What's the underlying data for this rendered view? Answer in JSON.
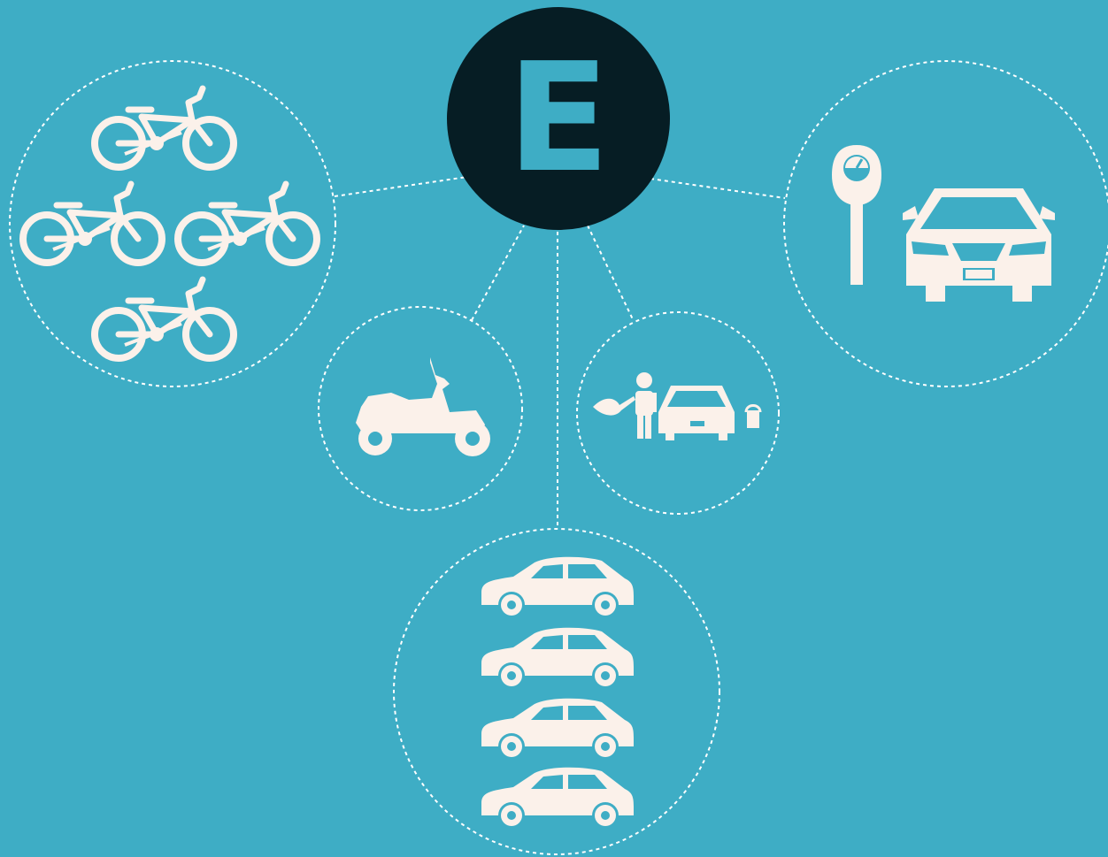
{
  "colors": {
    "background": "#3eadc5",
    "hub": "#061d24",
    "hub_letter": "#3eadc5",
    "icon_fill": "#fbf1ea",
    "connector": "#ffffff"
  },
  "hub": {
    "letter": "E"
  },
  "nodes": [
    {
      "name": "bike-share",
      "icon": "bicycle-icon",
      "count": 4
    },
    {
      "name": "scooter",
      "icon": "scooter-icon",
      "count": 1
    },
    {
      "name": "valet-service",
      "icon": "valet-icon",
      "count": 1
    },
    {
      "name": "car-share",
      "icon": "car-side-icon",
      "count": 4
    },
    {
      "name": "metered-parking",
      "icon": "parking-meter-icon",
      "count": 1
    }
  ]
}
